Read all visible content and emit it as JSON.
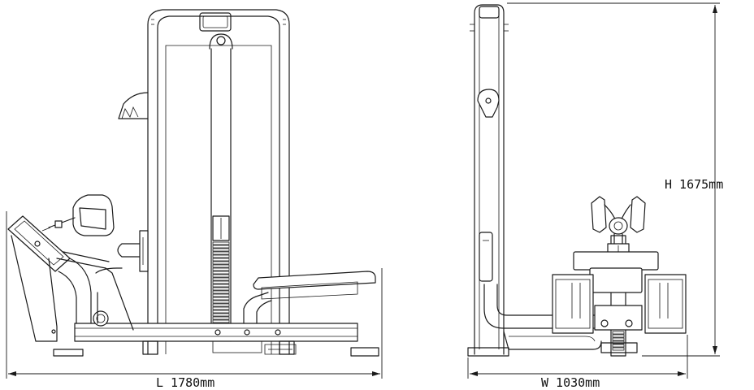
{
  "dimensions": {
    "length": "L 1780mm",
    "width": "W 1030mm",
    "height": "H 1675mm"
  }
}
